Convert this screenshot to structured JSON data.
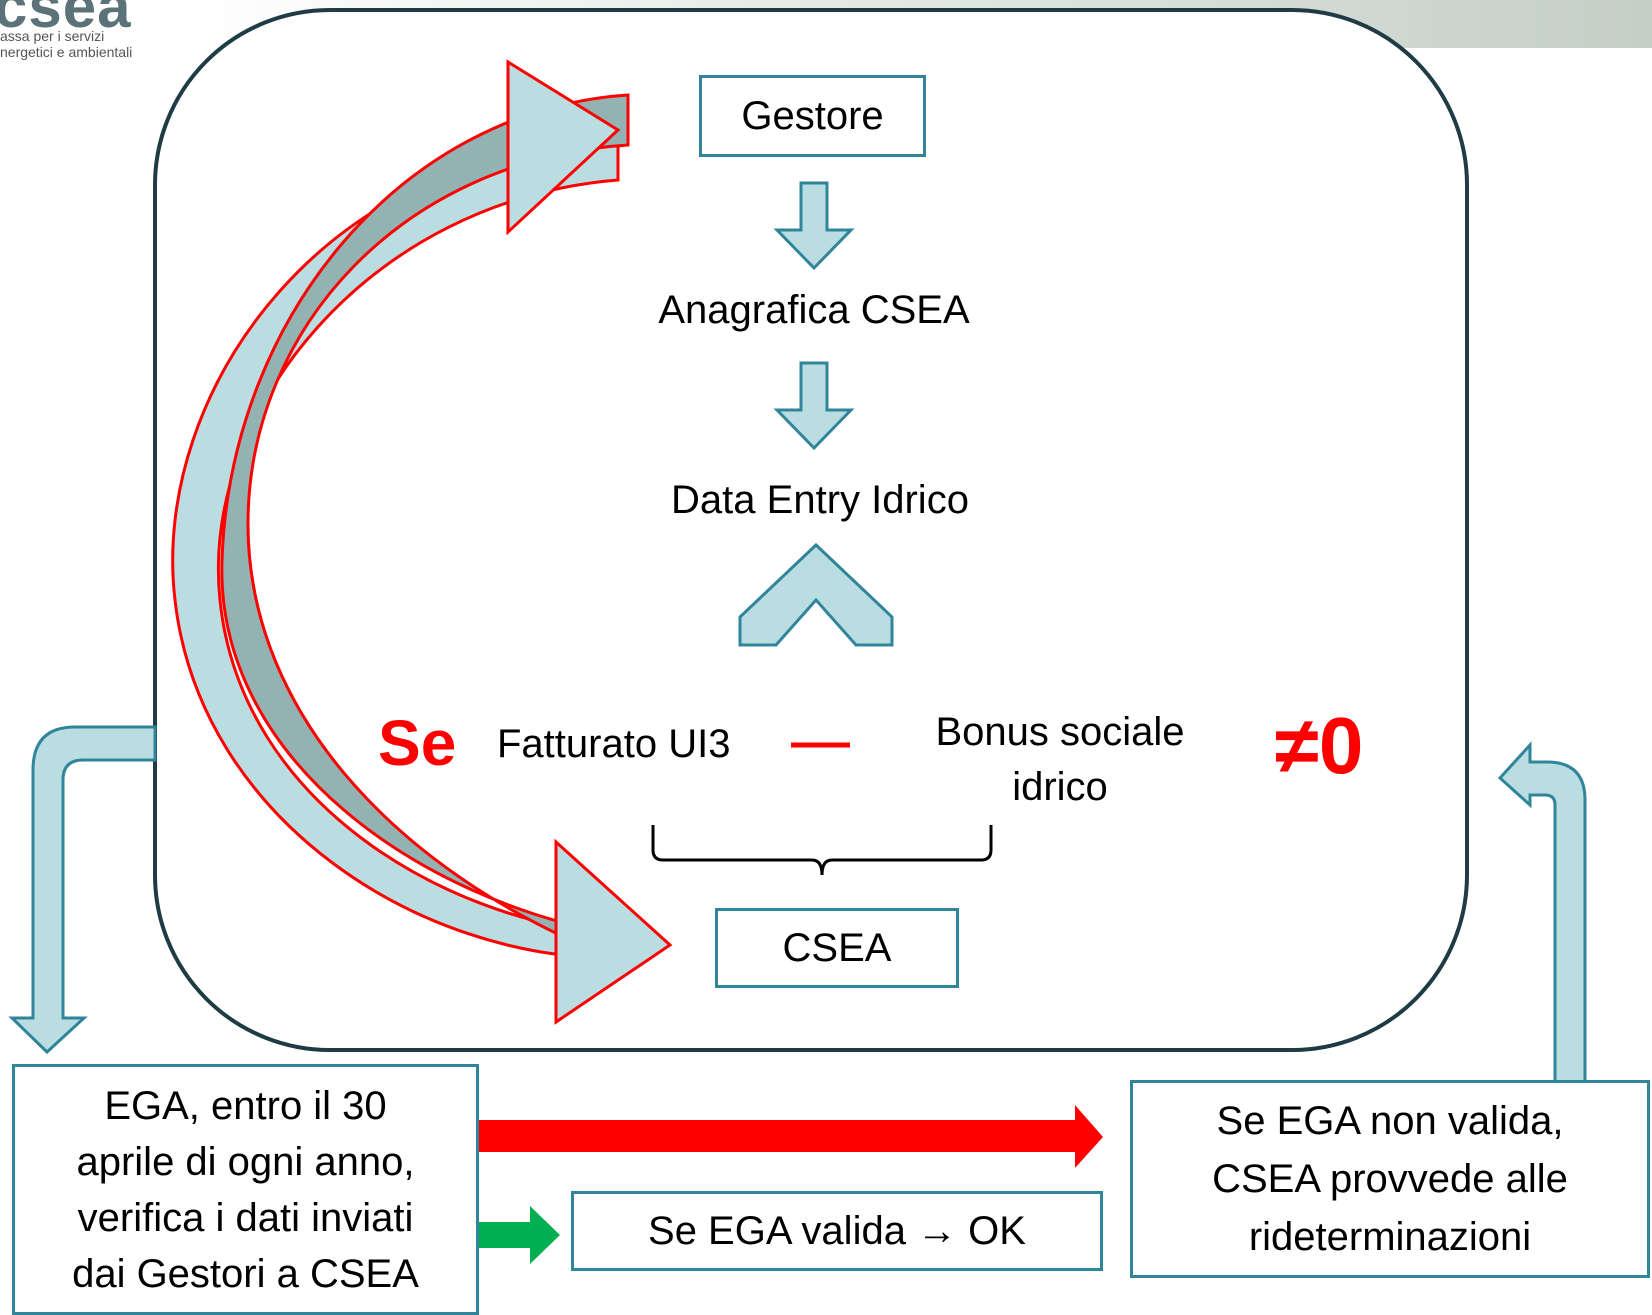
{
  "logo": {
    "name": "csea",
    "subtitle_line1": "assa per i servizi",
    "subtitle_line2": "nergetici e ambientali"
  },
  "flow": {
    "gestore": "Gestore",
    "anagrafica": "Anagrafica CSEA",
    "data_entry": "Data Entry Idrico",
    "se_label": "Se",
    "fatturato": "Fatturato UI3",
    "bonus_line1": "Bonus sociale",
    "bonus_line2": "idrico",
    "not_zero": "≠0",
    "csea": "CSEA"
  },
  "bottom": {
    "ega_lines": [
      "EGA, entro il 30",
      "aprile di ogni anno,",
      "verifica i dati inviati",
      "dai Gestori a CSEA"
    ],
    "valid": "Se EGA valida → OK",
    "invalid_lines": [
      "Se EGA non valida,",
      "CSEA provvede alle",
      "rideterminazioni"
    ]
  },
  "colors": {
    "teal_border": "#31859b",
    "light_teal": "#b9dde1",
    "grey_teal": "#93b3b3",
    "red": "#ff0000",
    "green": "#00b050",
    "frame": "#1f3b44"
  }
}
